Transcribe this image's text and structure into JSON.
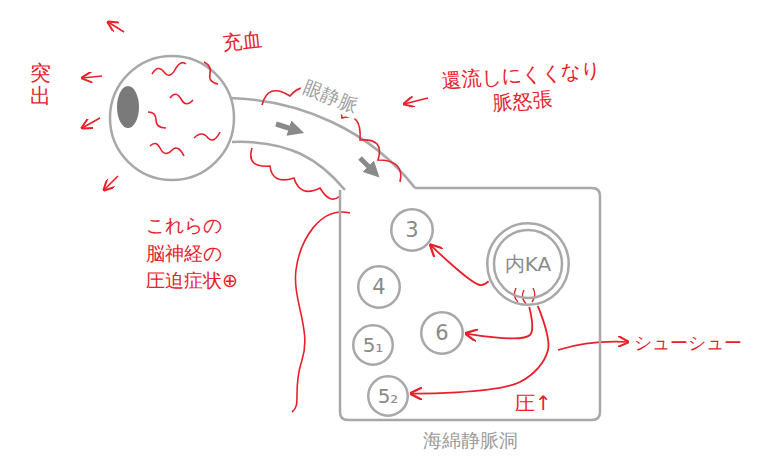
{
  "diagram": {
    "nodes": [
      {
        "text": [
          "海綿静脈洞"
        ]
      },
      {
        "text": [
          "3"
        ],
        "in": 0
      },
      {
        "text": [
          "内KA"
        ],
        "in": 0
      },
      {
        "text": [
          "4"
        ],
        "in": 0
      },
      {
        "text": [
          "5₁"
        ],
        "in": 0
      },
      {
        "text": [
          "6"
        ],
        "in": 0
      },
      {
        "text": [
          "5₂"
        ],
        "in": 0
      }
    ],
    "edges": [
      {
        "from": 2,
        "to": 1,
        "arrow": "to"
      },
      {
        "from": 2,
        "to": 5,
        "arrow": "to"
      },
      {
        "from": 2,
        "to": 6,
        "arrow": "to"
      }
    ],
    "labels": [
      "眼静脈",
      "充血",
      "突出",
      "還流しにくくなり 脈怒張",
      "これらの 脳神経の 圧迫症状⊕",
      "圧↑",
      "シューシュー"
    ]
  }
}
